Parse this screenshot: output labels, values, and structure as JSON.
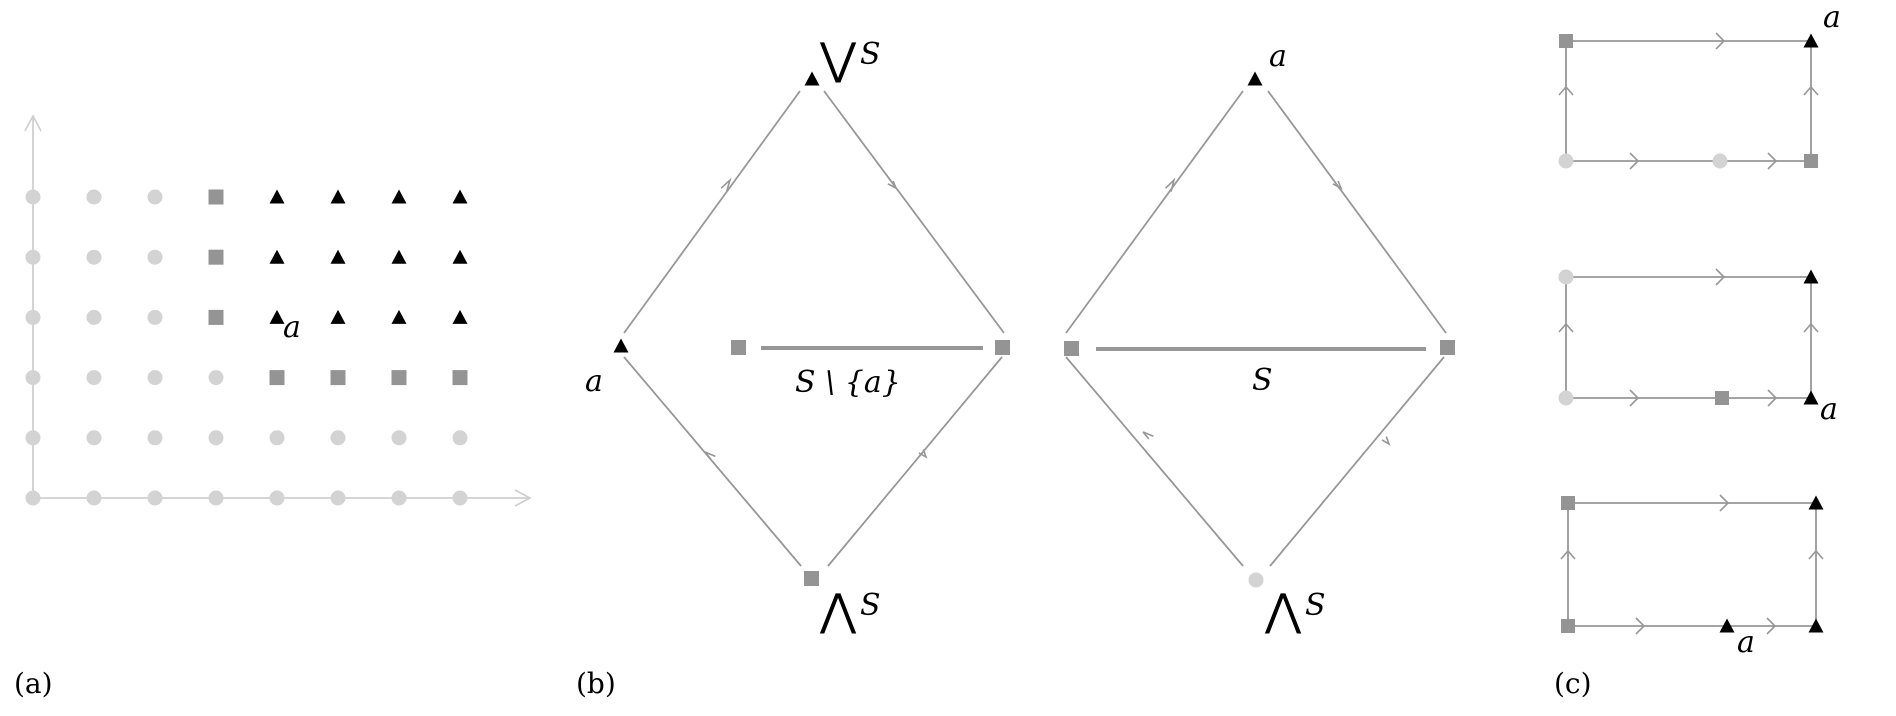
{
  "colors": {
    "light_circle": "#d3d3d3",
    "gray_square": "#949494",
    "black_triangle": "#000000",
    "edge": "#979797",
    "axis": "#cfcfcf"
  },
  "panels": {
    "a": {
      "label": "(a)"
    },
    "b": {
      "label": "(b)"
    },
    "c": {
      "label": "(c)"
    }
  },
  "grid": {
    "columns": 8,
    "rows": 6,
    "marker_legend": [
      "light-circle",
      "gray-square",
      "black-triangle"
    ],
    "markers_top_to_bottom": [
      "CCCSTTTT",
      "CCCSTTTT",
      "CCCSTTTT",
      "CCCCSSSS",
      "CCCCCCCC",
      "CCCCCCCC"
    ],
    "highlight_label": "a"
  },
  "diamond_left": {
    "top_label_op": "⋁",
    "top_label_var": "S",
    "left_label": "a",
    "bottom_label_op": "⋀",
    "bottom_label_var": "S",
    "segment_label": "S \\ {a}"
  },
  "diamond_right": {
    "top_label": "a",
    "bottom_label_op": "⋀",
    "bottom_label_var": "S",
    "segment_label": "S"
  },
  "rectangles": [
    {
      "label": "a"
    },
    {
      "label": "a"
    },
    {
      "label": "a"
    }
  ]
}
